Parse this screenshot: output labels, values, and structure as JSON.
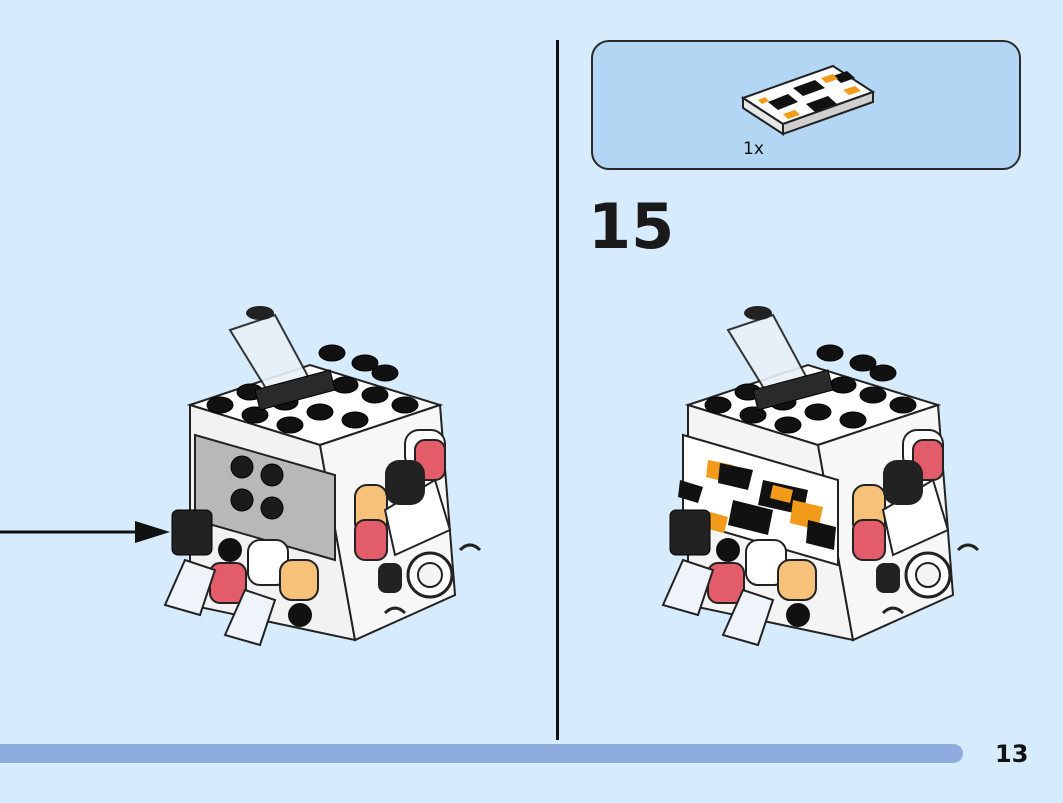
{
  "parts": {
    "count_label": "1x"
  },
  "step": {
    "number": "15"
  },
  "page": {
    "number": "13"
  }
}
